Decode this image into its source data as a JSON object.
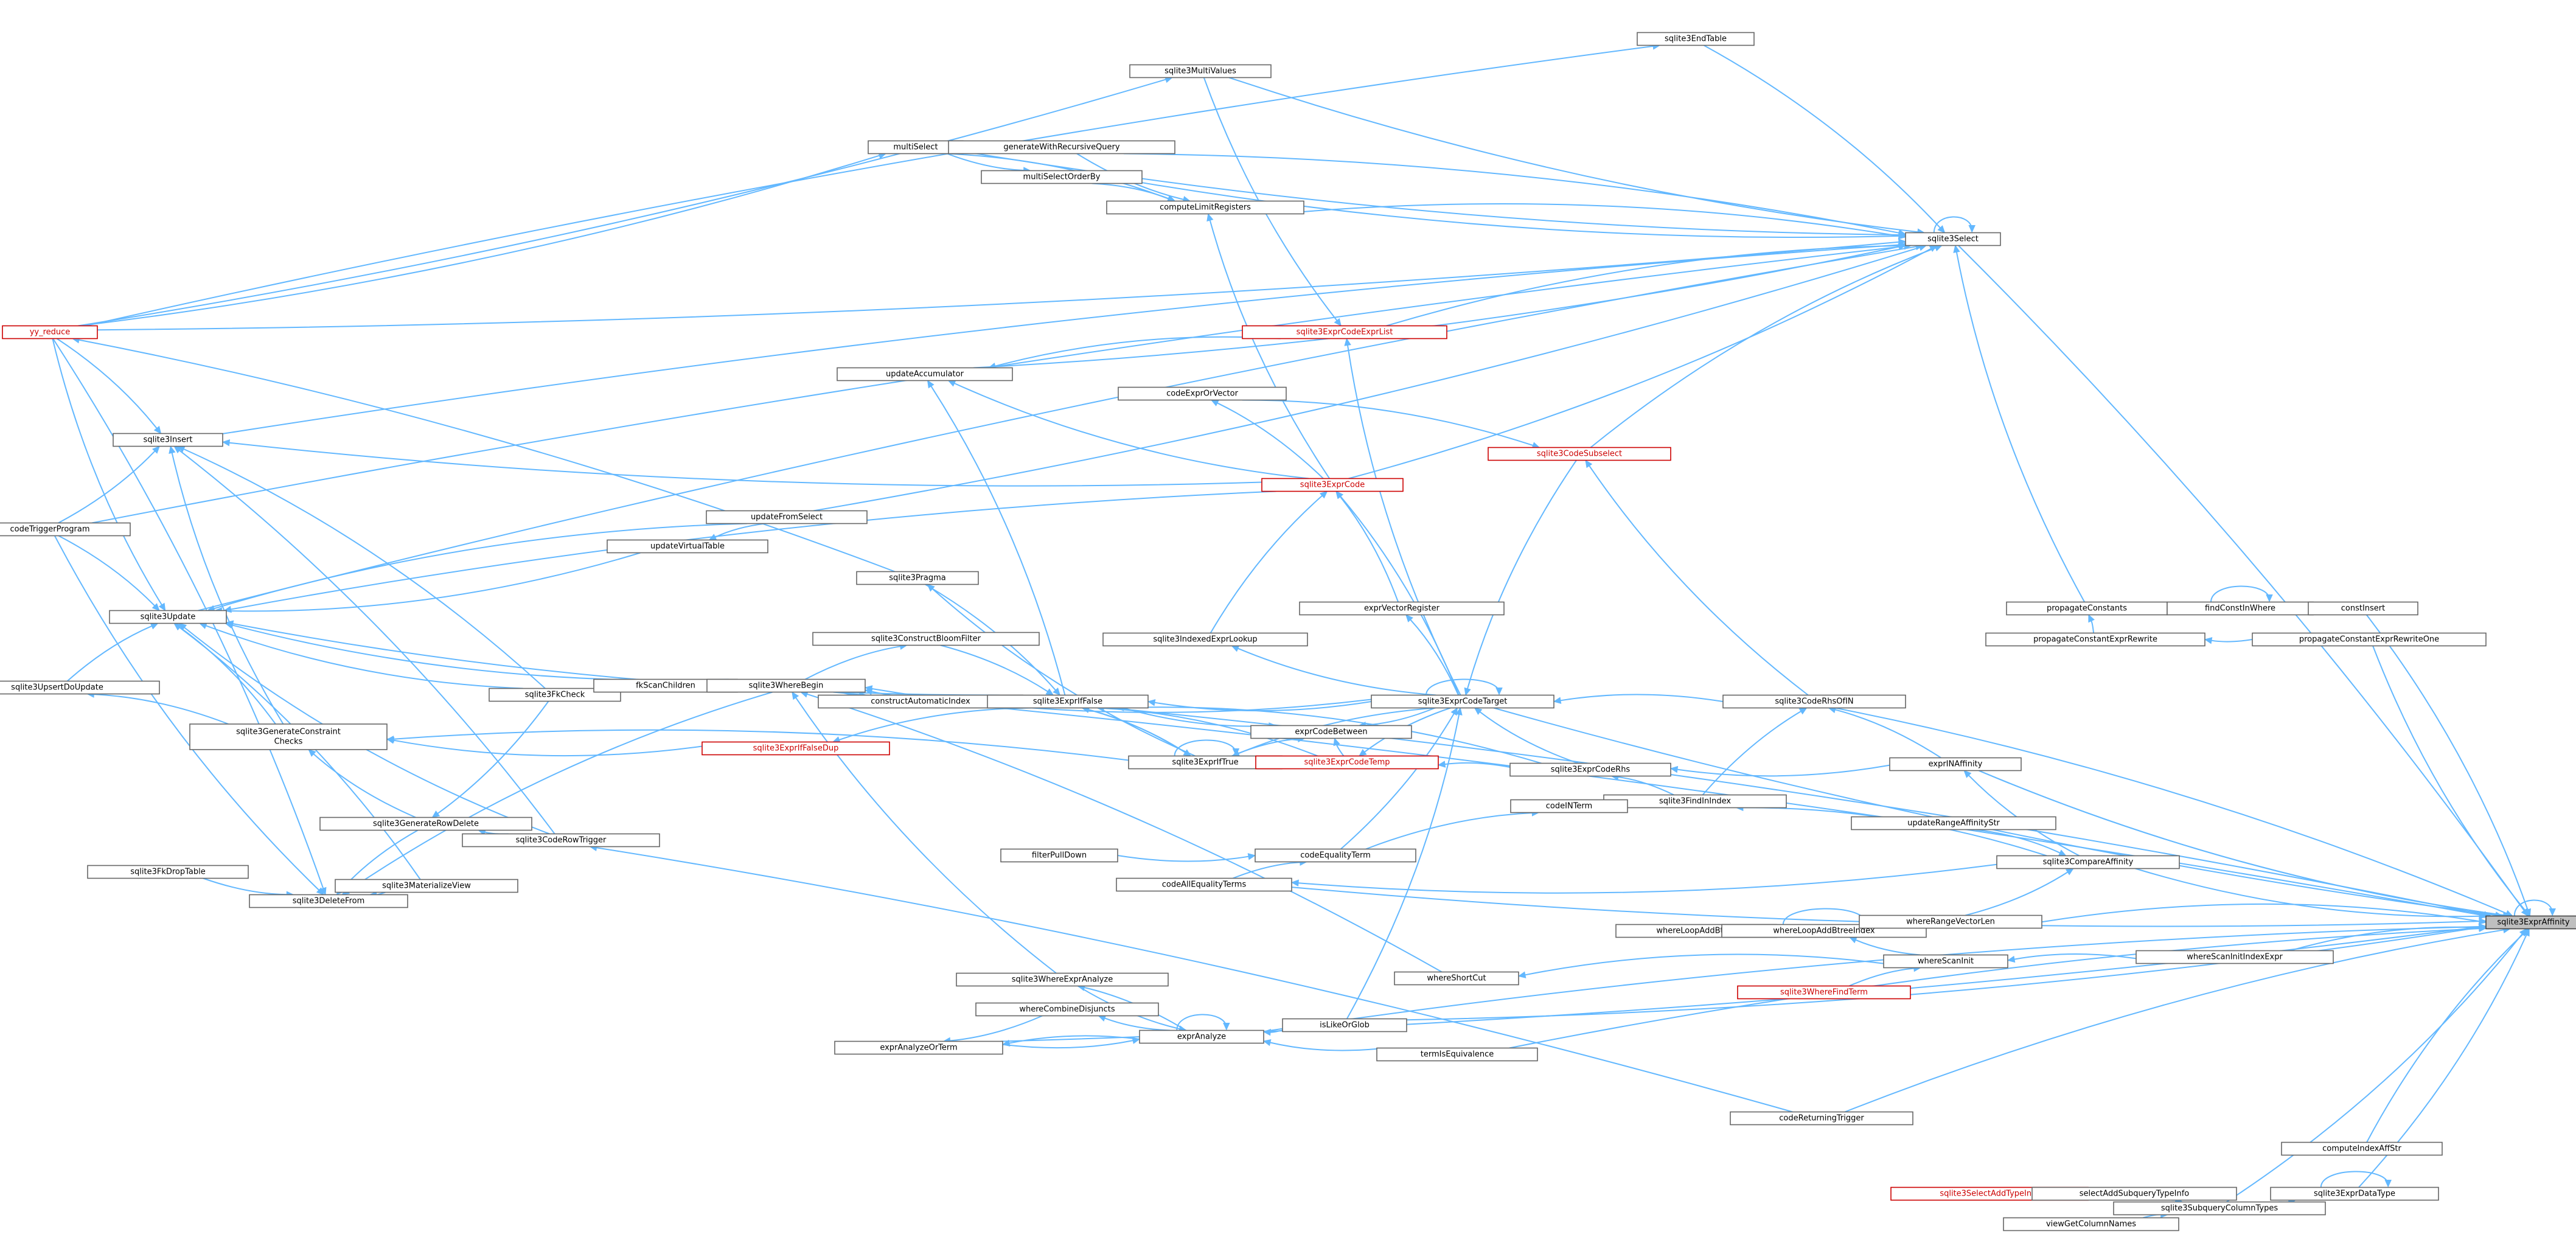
{
  "graph": {
    "style": {
      "node_border": "#666666",
      "node_fill": "#ffffff",
      "highlight_border": "#cc0000",
      "target_fill": "#bfbfbf",
      "edge_color": "#63b8ff"
    },
    "nodes": [
      {
        "id": "target",
        "label": "sqlite3ExprAffinity"
      },
      {
        "id": "select",
        "label": "sqlite3Select"
      },
      {
        "id": "endtable",
        "label": "sqlite3EndTable"
      },
      {
        "id": "multivalues",
        "label": "sqlite3MultiValues"
      },
      {
        "id": "multiselect",
        "label": "multiSelect"
      },
      {
        "id": "genrec",
        "label": "generateWithRecursiveQuery"
      },
      {
        "id": "msorderby",
        "label": "multiSelectOrderBy"
      },
      {
        "id": "complimit",
        "label": "computeLimitRegisters"
      },
      {
        "id": "yyreduce",
        "label": "yy_reduce"
      },
      {
        "id": "codelist",
        "label": "sqlite3ExprCodeExprList"
      },
      {
        "id": "updaccum",
        "label": "updateAccumulator"
      },
      {
        "id": "insert",
        "label": "sqlite3Insert"
      },
      {
        "id": "codevector",
        "label": "codeExprOrVector"
      },
      {
        "id": "codesubselect",
        "label": "sqlite3CodeSubselect"
      },
      {
        "id": "exprcode",
        "label": "sqlite3ExprCode"
      },
      {
        "id": "codetrigger",
        "label": "codeTriggerProgram"
      },
      {
        "id": "updfromselect",
        "label": "updateFromSelect"
      },
      {
        "id": "updvtab",
        "label": "updateVirtualTable"
      },
      {
        "id": "update",
        "label": "sqlite3Update"
      },
      {
        "id": "pragma",
        "label": "sqlite3Pragma"
      },
      {
        "id": "exprvecfield",
        "label": "exprVectorRegister"
      },
      {
        "id": "bloom",
        "label": "sqlite3ConstructBloomFilter"
      },
      {
        "id": "idxexpr",
        "label": "sqlite3IndexedExprLookup"
      },
      {
        "id": "upsert",
        "label": "sqlite3UpsertDoUpdate"
      },
      {
        "id": "fkcheck",
        "label": "sqlite3FkCheck"
      },
      {
        "id": "fkscan",
        "label": "fkScanChildren"
      },
      {
        "id": "wherebegin",
        "label": "sqlite3WhereBegin"
      },
      {
        "id": "autoindex",
        "label": "constructAutomaticIndex"
      },
      {
        "id": "iffalse",
        "label": "sqlite3ExprIfFalse"
      },
      {
        "id": "codetarget",
        "label": "sqlite3ExprCodeTarget"
      },
      {
        "id": "genconstraint",
        "label": "sqlite3GenerateConstraint\nChecks"
      },
      {
        "id": "iffalsedup",
        "label": "sqlite3ExprIfFalseDup"
      },
      {
        "id": "codebetween",
        "label": "exprCodeBetween"
      },
      {
        "id": "iftrue",
        "label": "sqlite3ExprIfTrue"
      },
      {
        "id": "codetemp",
        "label": "sqlite3ExprCodeTemp"
      },
      {
        "id": "codertn",
        "label": "sqlite3ExprCodeRhs"
      },
      {
        "id": "codeinrhs",
        "label": "sqlite3CodeRhsOfIN"
      },
      {
        "id": "findinindex",
        "label": "sqlite3FindInIndex"
      },
      {
        "id": "codeinterm",
        "label": "codeINTerm"
      },
      {
        "id": "exprinaffinity",
        "label": "exprINAffinity"
      },
      {
        "id": "genrowdelete",
        "label": "sqlite3GenerateRowDelete"
      },
      {
        "id": "rowtrigger",
        "label": "sqlite3CodeRowTrigger"
      },
      {
        "id": "fkdroptable",
        "label": "sqlite3FkDropTable"
      },
      {
        "id": "deletefrom",
        "label": "sqlite3DeleteFrom"
      },
      {
        "id": "materialize",
        "label": "sqlite3MaterializeView"
      },
      {
        "id": "filterpull",
        "label": "filterPullDown"
      },
      {
        "id": "codeeqterm",
        "label": "codeEqualityTerm"
      },
      {
        "id": "codealleq",
        "label": "codeAllEqualityTerms"
      },
      {
        "id": "updrangeaff",
        "label": "updateRangeAffinityStr"
      },
      {
        "id": "compareaffinity",
        "label": "sqlite3CompareAffinity"
      },
      {
        "id": "wherelpbtree",
        "label": "whereLoopAddBtree"
      },
      {
        "id": "wherelpbtreeidx",
        "label": "whereLoopAddBtreeIndex"
      },
      {
        "id": "whererangevec",
        "label": "whereRangeVectorLen"
      },
      {
        "id": "wherescaninit",
        "label": "whereScanInit"
      },
      {
        "id": "wherefindterm",
        "label": "sqlite3WhereFindTerm"
      },
      {
        "id": "whereshortcut",
        "label": "whereShortCut"
      },
      {
        "id": "wherescanidx",
        "label": "whereScanInitIndexExpr"
      },
      {
        "id": "exprwhereanalyze",
        "label": "sqlite3WhereExprAnalyze"
      },
      {
        "id": "combinedisj",
        "label": "whereCombineDisjuncts"
      },
      {
        "id": "exprananlyzeterm",
        "label": "exprAnalyzeOrTerm"
      },
      {
        "id": "expranalyze",
        "label": "exprAnalyze"
      },
      {
        "id": "islikeglob",
        "label": "isLikeOrGlob"
      },
      {
        "id": "termequiv",
        "label": "termIsEquivalence"
      },
      {
        "id": "codereturning",
        "label": "codeReturningTrigger"
      },
      {
        "id": "propconst",
        "label": "propagateConstants"
      },
      {
        "id": "findconst",
        "label": "findConstInWhere"
      },
      {
        "id": "constinsert",
        "label": "constInsert"
      },
      {
        "id": "propconstrewrite",
        "label": "propagateConstantExprRewrite"
      },
      {
        "id": "propconstrewriteone",
        "label": "propagateConstantExprRewriteOne"
      },
      {
        "id": "computeidxaff",
        "label": "computeIndexAffStr"
      },
      {
        "id": "exprdatatype",
        "label": "sqlite3ExprDataType"
      },
      {
        "id": "subqcoltypes",
        "label": "sqlite3SubqueryColumnTypes"
      },
      {
        "id": "selectaddtypeinfo",
        "label": "sqlite3SelectAddTypeInfo"
      },
      {
        "id": "selectaddsubq",
        "label": "selectAddSubqueryTypeInfo"
      },
      {
        "id": "viewgetcols",
        "label": "viewGetColumnNames"
      }
    ]
  }
}
